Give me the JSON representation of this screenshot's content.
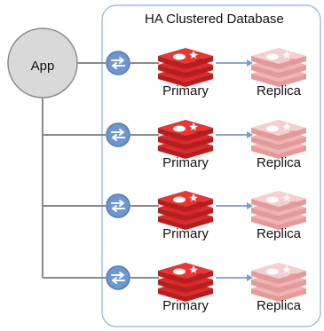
{
  "title": "HA Clustered Database",
  "app": {
    "label": "App"
  },
  "shards": [
    {
      "primary_label": "Primary",
      "replica_label": "Replica"
    },
    {
      "primary_label": "Primary",
      "replica_label": "Replica"
    },
    {
      "primary_label": "Primary",
      "replica_label": "Replica"
    },
    {
      "primary_label": "Primary",
      "replica_label": "Replica"
    }
  ],
  "icons": {
    "proxy": "proxy-arrows-icon",
    "primary": "redis-logo-icon",
    "replica": "redis-logo-icon"
  },
  "colors": {
    "cluster_border": "#8bb3e3",
    "cluster_fill": "#ffffff",
    "app_fill": "#d9d9d9",
    "app_border": "#8a8a8a",
    "connector": "#8a8a8a",
    "proxy_fill": "#6e97cf",
    "proxy_border": "#4f79b6",
    "primary_dark": "#b51f1f",
    "primary_mid": "#d92b2b",
    "primary_light": "#ee3333",
    "replica_dark": "#e39a9a",
    "replica_mid": "#f0b4b4",
    "replica_light": "#f7cdcd",
    "replication_arrow": "#7a9cc9"
  }
}
